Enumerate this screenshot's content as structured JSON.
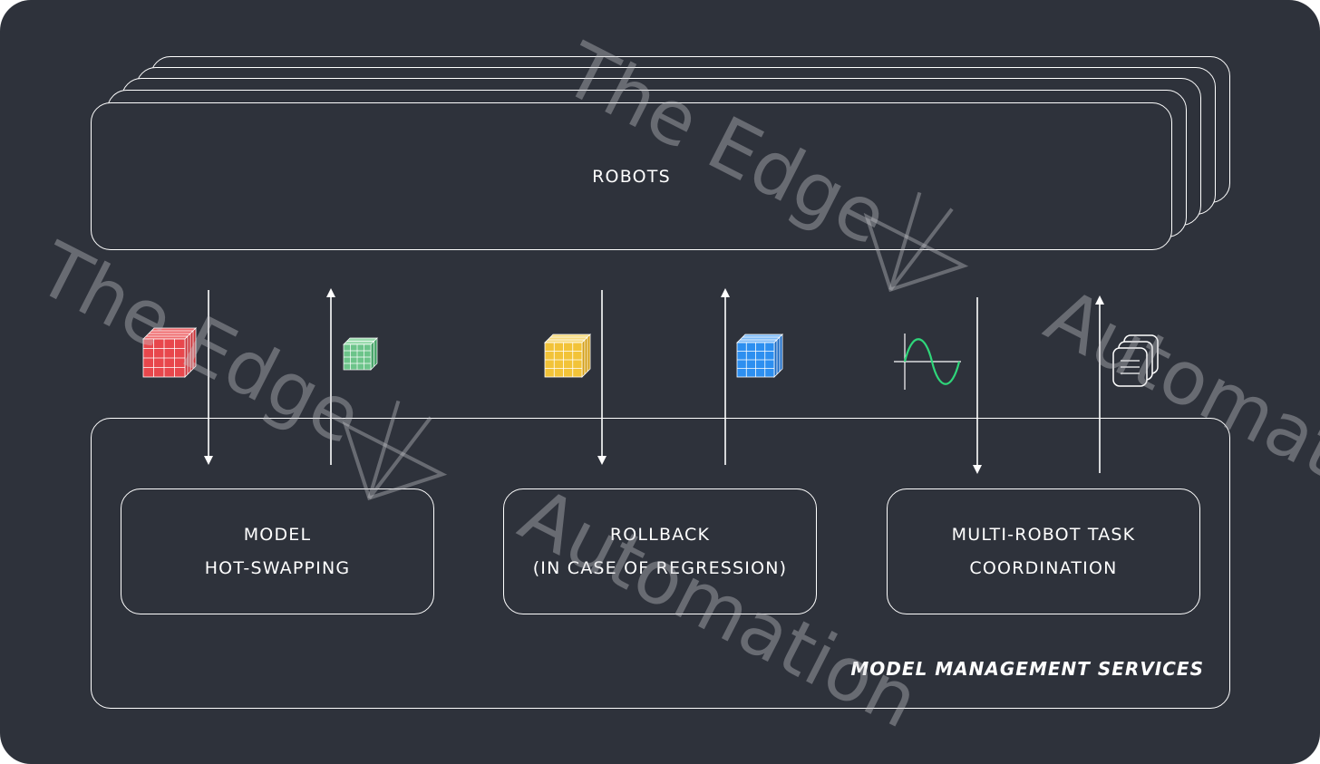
{
  "diagram": {
    "robots_label": "ROBOTS",
    "services_caption": "MODEL MANAGEMENT SERVICES",
    "services": [
      {
        "line1": "MODEL",
        "line2": "HOT-SWAPPING"
      },
      {
        "line1": "ROLLBACK",
        "line2": "(IN CASE OF REGRESSION)"
      },
      {
        "line1": "MULTI-ROBOT TASK",
        "line2": "COORDINATION"
      }
    ],
    "icons": [
      {
        "name": "red-model-cube-icon",
        "color": "#e8474c"
      },
      {
        "name": "green-model-cube-icon",
        "color": "#6cc48a"
      },
      {
        "name": "yellow-model-cube-icon",
        "color": "#f2c338"
      },
      {
        "name": "blue-model-cube-icon",
        "color": "#2d8ff0"
      },
      {
        "name": "sine-wave-icon",
        "color": "#2fd67a"
      },
      {
        "name": "documents-stack-icon",
        "color": "#ffffff"
      }
    ]
  },
  "watermark": {
    "line1": "The Edge",
    "line2": "Automation"
  }
}
